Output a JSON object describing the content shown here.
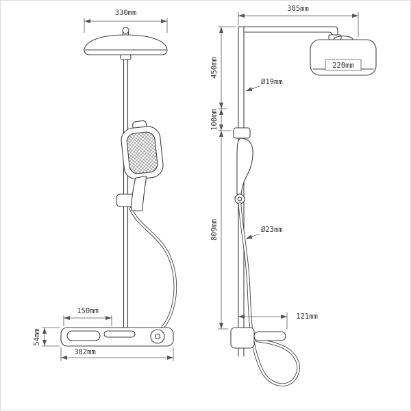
{
  "canvas": {
    "background": "#ffffff",
    "border_color": "#dcdcdc",
    "object_line_color": "#3f3f3f",
    "dimension_line_color": "#555555",
    "text_color": "#333333"
  },
  "front_view": {
    "dimensions": {
      "head_width": "330mm",
      "tray_width": "150mm",
      "tray_height": "54mm",
      "tray_total_width": "382mm"
    }
  },
  "side_view": {
    "dimensions": {
      "arm_reach": "385mm",
      "head_size": "220mm",
      "upper_height": "450mm",
      "mid_offset": "100mm",
      "upper_pipe_diameter": "Ø19mm",
      "pole_height": "809mm",
      "lower_pipe_diameter": "Ø23mm",
      "tray_depth": "121mm"
    }
  }
}
